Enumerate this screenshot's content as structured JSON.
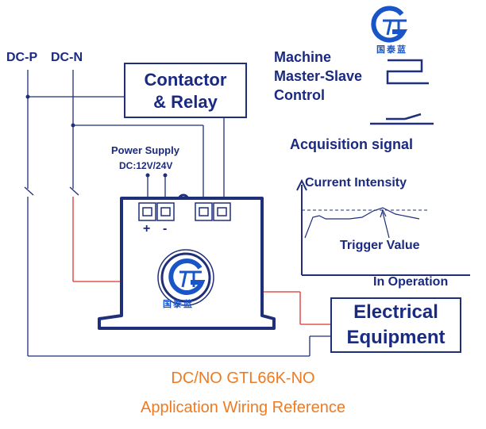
{
  "terminals": {
    "dc_p": "DC-P",
    "dc_n": "DC-N"
  },
  "contactor_box": {
    "line1": "Contactor",
    "line2": "& Relay"
  },
  "power_supply": {
    "title": "Power Supply",
    "voltage": "DC:12V/24V",
    "plus": "+",
    "minus": "-"
  },
  "logo": {
    "text": "国泰蓝"
  },
  "equipment_box": {
    "line1": "Electrical",
    "line2": "Equipment"
  },
  "legend": {
    "machine_line1": "Machine",
    "machine_line2": "Master-Slave",
    "machine_line3": "Control",
    "acquisition": "Acquisition signal"
  },
  "graph": {
    "y_label": "Current Intensity",
    "trigger_label": "Trigger Value",
    "x_label": "In Operation"
  },
  "caption": {
    "model": "DC/NO GTL66K-NO",
    "subtitle": "Application Wiring Reference"
  },
  "colors": {
    "wire_blue": "#1f2f7a",
    "wire_red": "#d9362f",
    "caption": "#f07a1f",
    "logo_blue": "#1a55c8"
  }
}
